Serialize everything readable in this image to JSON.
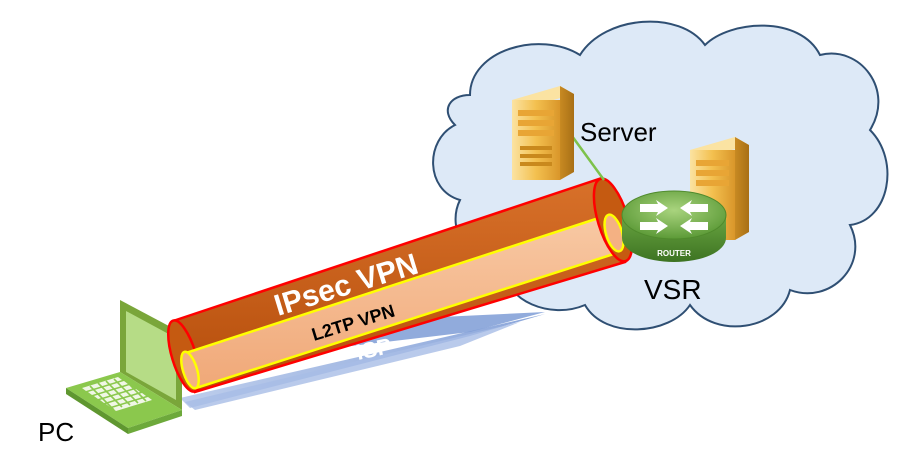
{
  "labels": {
    "server": "Server",
    "vsr": "VSR",
    "pc": "PC",
    "router_badge": "ROUTER"
  },
  "tunnels": {
    "outer": "IPsec VPN",
    "inner": "L2TP VPN",
    "network": "ISP"
  },
  "colors": {
    "cloud_fill": "#dde9f7",
    "cloud_stroke": "#2f4f73",
    "outer_tunnel": "#c55a11",
    "outer_tunnel_edge": "#ff0000",
    "inner_tunnel": "#f4b183",
    "inner_tunnel_edge": "#ffff00",
    "isp_beam": "#8faadc",
    "router": "#70ad47",
    "server": "#f2b63c",
    "laptop": "#92d050",
    "link": "#7dc24b"
  }
}
